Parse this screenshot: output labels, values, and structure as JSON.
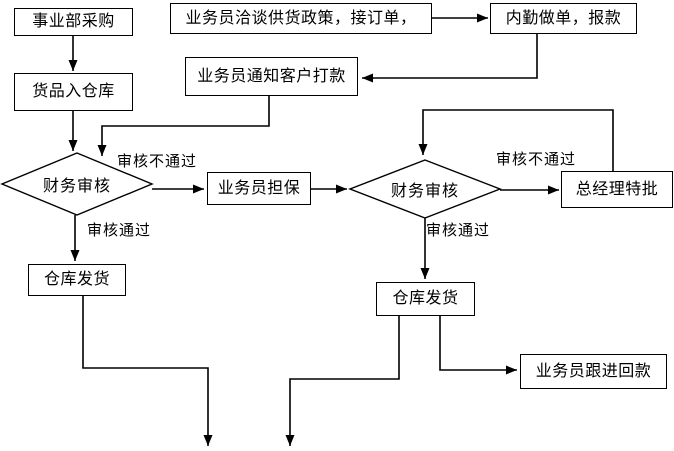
{
  "diagram": {
    "background_color": "#ffffff",
    "line_color": "#000000",
    "text_color": "#000000",
    "nodes": {
      "dept_purchase": "事业部采购",
      "goods_in_warehouse": "货品入仓库",
      "negotiate_supply": "业务员洽谈供货政策，接订单，",
      "office_billing": "内勤做单，报款",
      "notify_customer_payment": "业务员通知客户打款",
      "finance_audit_left": "财务审核",
      "salesman_guarantee": "业务员担保",
      "finance_audit_right": "财务审核",
      "gm_special_approval": "总经理特批",
      "warehouse_ship_left": "仓库发货",
      "warehouse_ship_right": "仓库发货",
      "salesman_followup_payment": "业务员跟进回款"
    },
    "edge_labels": {
      "left_audit_fail": "审核不通过",
      "left_audit_pass": "审核通过",
      "right_audit_fail": "审核不通过",
      "right_audit_pass": "审核通过"
    }
  }
}
